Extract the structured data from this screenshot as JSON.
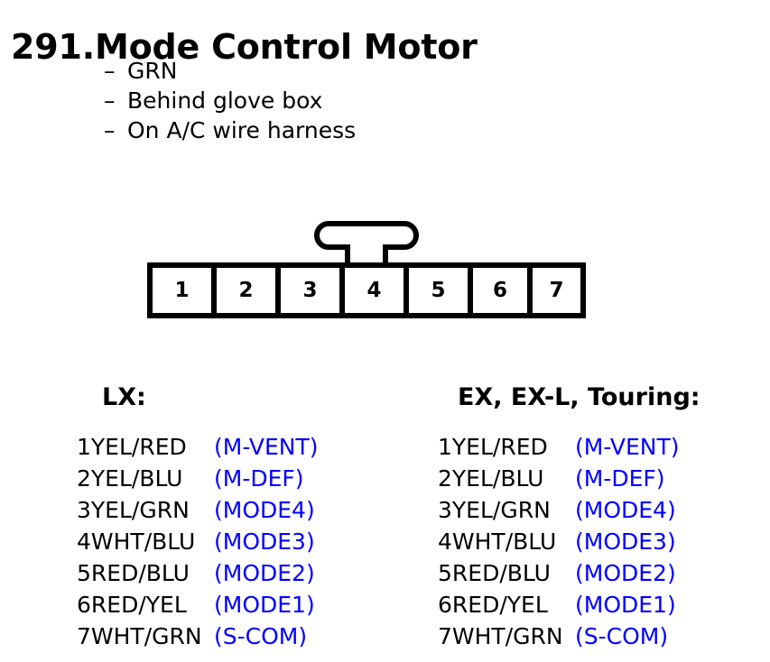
{
  "title": "291.Mode Control Motor",
  "notes": {
    "dash": "–",
    "items": [
      "GRN",
      "Behind glove box",
      "On A/C wire harness"
    ]
  },
  "connector": {
    "latch_label": "latch-tab",
    "pins": [
      "1",
      "2",
      "3",
      "4",
      "5",
      "6",
      "7"
    ]
  },
  "colors": {
    "signal_blue": "#0000FF",
    "text_black": "#000000",
    "background": "#FFFFFF"
  },
  "pinouts": [
    {
      "heading": "LX:",
      "rows": [
        {
          "wire": "1YEL/RED",
          "signal": "(M-VENT)"
        },
        {
          "wire": "2YEL/BLU",
          "signal": "(M-DEF)"
        },
        {
          "wire": "3YEL/GRN",
          "signal": "(MODE4)"
        },
        {
          "wire": "4WHT/BLU",
          "signal": "(MODE3)"
        },
        {
          "wire": "5RED/BLU",
          "signal": "(MODE2)"
        },
        {
          "wire": "6RED/YEL",
          "signal": "(MODE1)"
        },
        {
          "wire": "7WHT/GRN",
          "signal": "(S-COM)"
        }
      ]
    },
    {
      "heading": "EX, EX-L, Touring:",
      "rows": [
        {
          "wire": "1YEL/RED",
          "signal": "(M-VENT)"
        },
        {
          "wire": "2YEL/BLU",
          "signal": "(M-DEF)"
        },
        {
          "wire": "3YEL/GRN",
          "signal": "(MODE4)"
        },
        {
          "wire": "4WHT/BLU",
          "signal": "(MODE3)"
        },
        {
          "wire": "5RED/BLU",
          "signal": "(MODE2)"
        },
        {
          "wire": "6RED/YEL",
          "signal": "(MODE1)"
        },
        {
          "wire": "7WHT/GRN",
          "signal": "(S-COM)"
        }
      ]
    }
  ]
}
